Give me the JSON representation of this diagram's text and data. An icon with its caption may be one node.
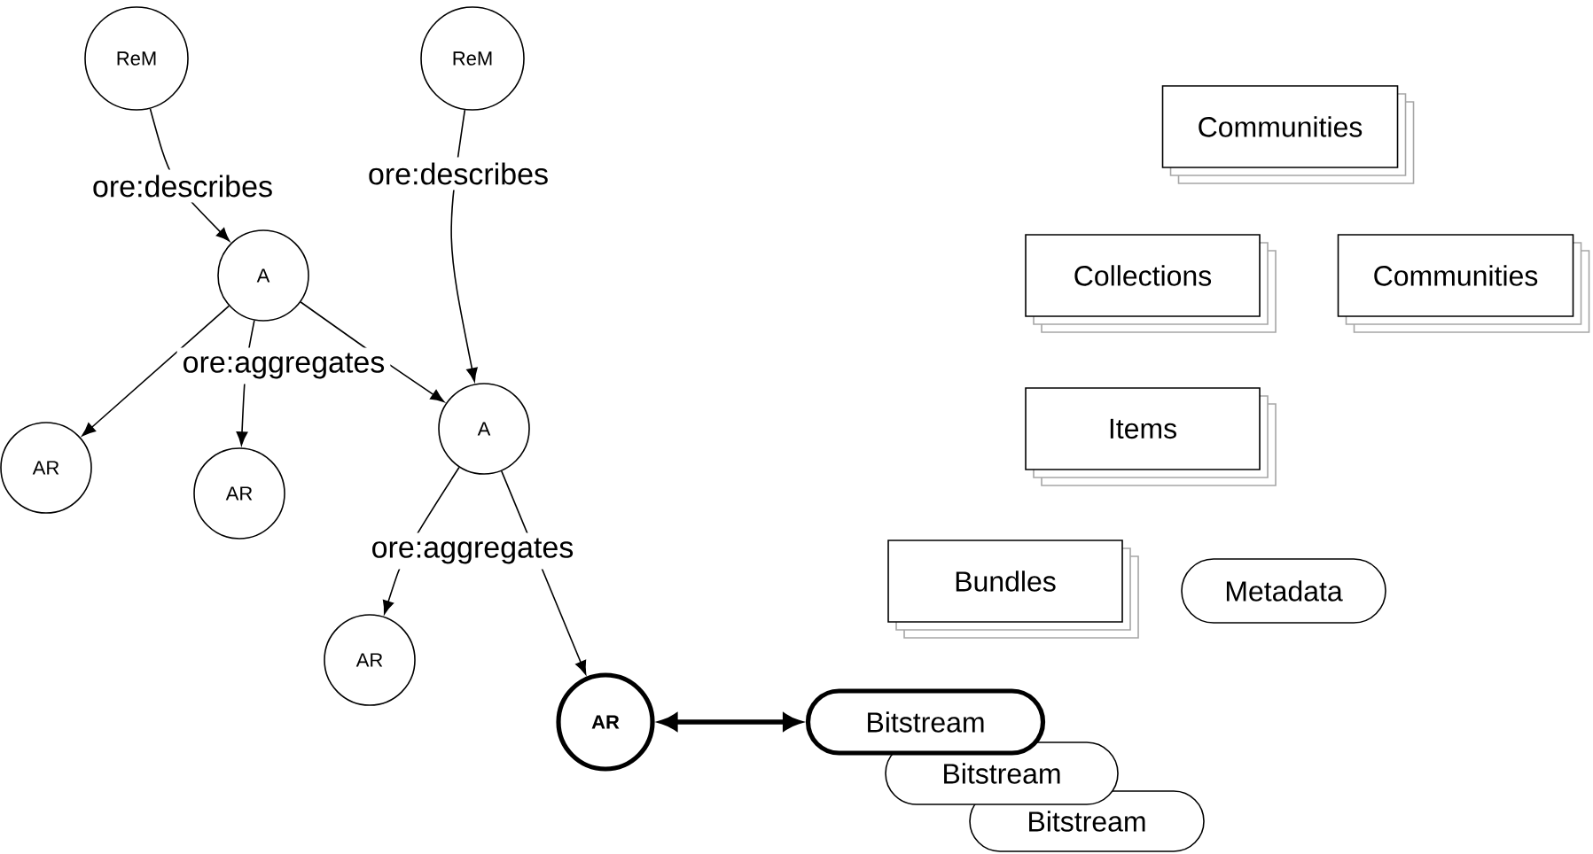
{
  "diagram": {
    "nodes": [
      {
        "text": [
          "ReM"
        ]
      },
      {
        "text": [
          "ReM"
        ]
      },
      {
        "text": [
          "A"
        ]
      },
      {
        "text": [
          "A"
        ]
      },
      {
        "text": [
          "AR"
        ]
      },
      {
        "text": [
          "AR"
        ]
      },
      {
        "text": [
          "AR"
        ]
      },
      {
        "text": [
          "AR"
        ]
      },
      {
        "text": [
          "Communities"
        ]
      },
      {
        "text": [
          "Collections"
        ]
      },
      {
        "text": [
          "Communities"
        ]
      },
      {
        "text": [
          "Items"
        ]
      },
      {
        "text": [
          "Bundles"
        ]
      },
      {
        "text": [
          "Metadata"
        ]
      },
      {
        "text": [
          "Bitstream"
        ]
      },
      {
        "text": [
          "Bitstream"
        ]
      },
      {
        "text": [
          "Bitstream"
        ]
      }
    ],
    "edges": [
      {
        "from": 0,
        "to": 2,
        "arrow": "to",
        "label": "ore:describes"
      },
      {
        "from": 1,
        "to": 3,
        "arrow": "to",
        "label": "ore:describes"
      },
      {
        "from": 2,
        "to": 4,
        "arrow": "to"
      },
      {
        "from": 2,
        "to": 5,
        "arrow": "to",
        "label": "ore:aggregates"
      },
      {
        "from": 2,
        "to": 3,
        "arrow": "to"
      },
      {
        "from": 3,
        "to": 6,
        "arrow": "to",
        "label": "ore:aggregates"
      },
      {
        "from": 3,
        "to": 7,
        "arrow": "to"
      },
      {
        "from": 7,
        "to": 14,
        "arrow": "both",
        "style": "thick"
      }
    ]
  }
}
